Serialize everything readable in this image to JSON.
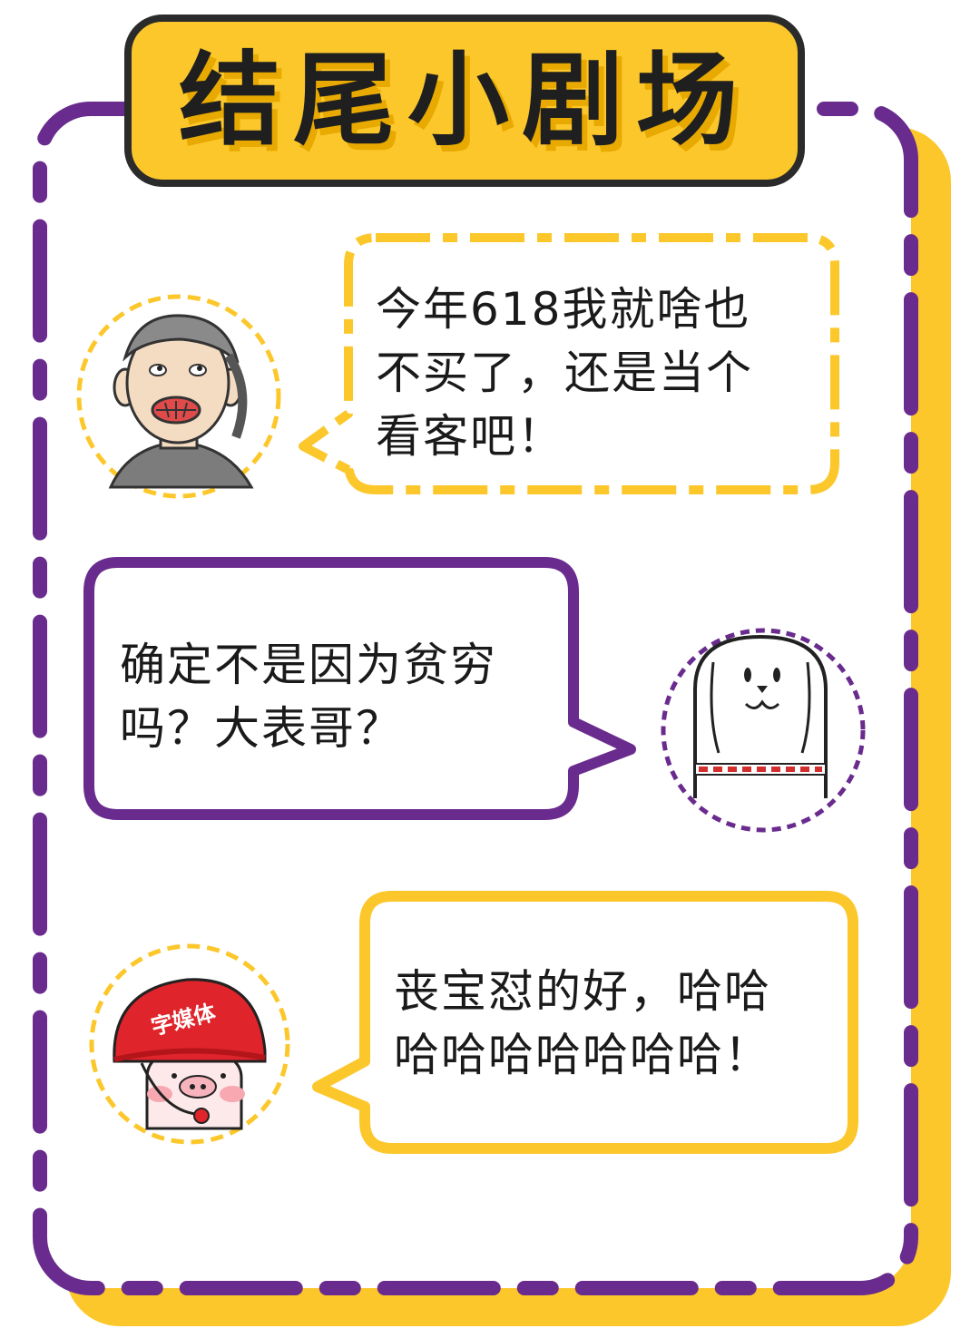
{
  "title": "结尾小剧场",
  "dialogue": [
    {
      "speaker": "old-man",
      "text": "今年618我就啥也\n不买了，还是当个\n看客吧！"
    },
    {
      "speaker": "dog",
      "text": "确定不是因为贫穷\n吗？大表哥？"
    },
    {
      "speaker": "pig",
      "text": "丧宝怼的好，哈哈\n哈哈哈哈哈哈哈！"
    }
  ],
  "pig_helmet_label": "字媒体",
  "colors": {
    "purple": "#6a2b8e",
    "yellow": "#fcc72b",
    "dark": "#2b2b2b",
    "helmet_red": "#e0242b"
  }
}
